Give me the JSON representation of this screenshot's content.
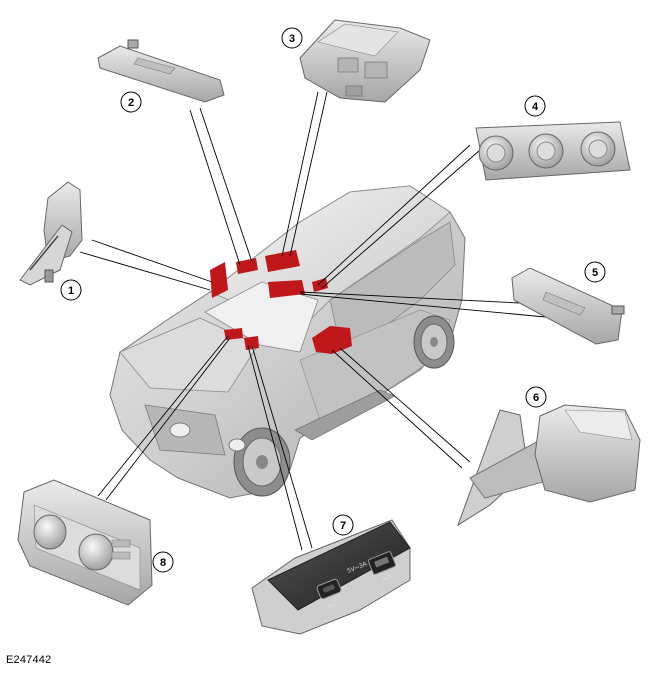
{
  "figure_id": "E247442",
  "callouts": [
    {
      "num": "1",
      "name": "passenger-side-door-mirror"
    },
    {
      "num": "2",
      "name": "driver-sun-visor"
    },
    {
      "num": "3",
      "name": "overhead-console-module"
    },
    {
      "num": "4",
      "name": "rear-climate-control-panel"
    },
    {
      "num": "5",
      "name": "passenger-sun-visor"
    },
    {
      "num": "6",
      "name": "driver-side-door-mirror"
    },
    {
      "num": "7",
      "name": "usb-charging-socket-panel"
    },
    {
      "num": "8",
      "name": "front-climate-control-panel"
    }
  ],
  "usb_panel": {
    "port1_label": "⇋C",
    "mid_text_1": "5V⎓3A",
    "port2_label": "⇋A"
  },
  "colors": {
    "highlight": "#c0171b",
    "body": "#d0d0d0",
    "line": "#000000",
    "panel_dark": "#3a3a3a"
  }
}
